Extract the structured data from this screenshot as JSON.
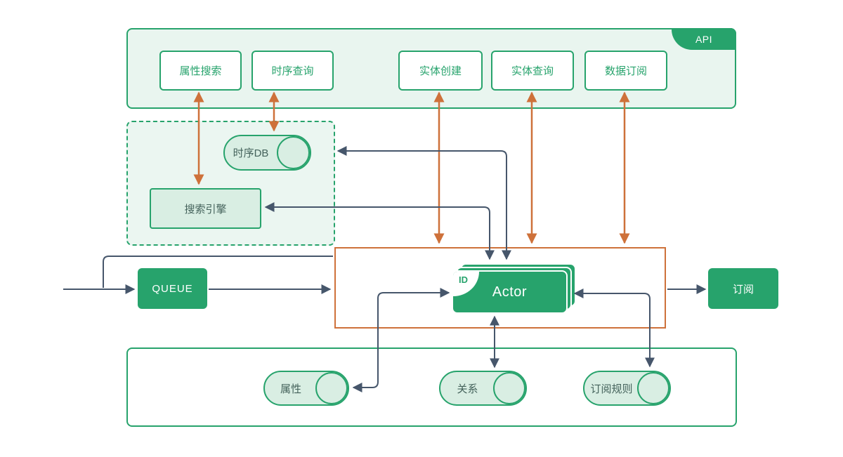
{
  "colors": {
    "green": "#27A36C",
    "panel_bg": "#E9F5EF",
    "cylinder_bg": "#D9EEE3",
    "orange": "#CE713A",
    "connector_dark": "#46566B"
  },
  "api_panel": {
    "badge_label": "API",
    "endpoints": [
      {
        "label": "属性搜索"
      },
      {
        "label": "时序查询"
      },
      {
        "label": "实体创建"
      },
      {
        "label": "实体查询"
      },
      {
        "label": "数据订阅"
      }
    ]
  },
  "index_panel": {
    "tsdb_label": "时序DB",
    "search_engine_label": "搜索引擎"
  },
  "flow": {
    "queue_label": "QUEUE",
    "subscribe_label": "订阅"
  },
  "actor": {
    "badge": "ID",
    "label": "Actor"
  },
  "storage_panel": {
    "stores": [
      {
        "label": "属性"
      },
      {
        "label": "关系"
      },
      {
        "label": "订阅规则"
      }
    ]
  }
}
